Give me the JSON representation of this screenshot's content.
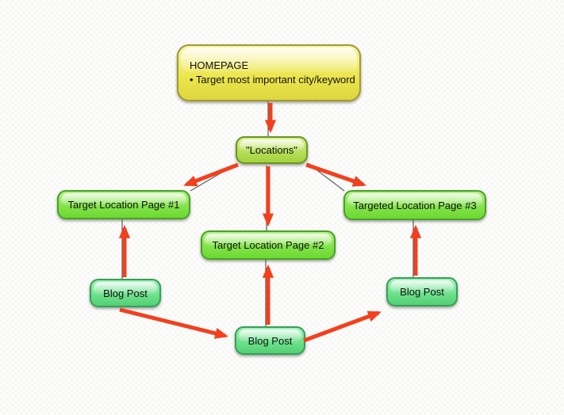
{
  "diagram": {
    "background": "#fdfdfc",
    "arrow_color": "#f2401e",
    "connector_color": "#4d4d4d",
    "nodes": {
      "homepage": {
        "title": "HOMEPAGE",
        "bullet": "• Target most important city/keyword"
      },
      "locations": {
        "label": "\"Locations\""
      },
      "page1": {
        "label": "Target Location Page #1"
      },
      "page2": {
        "label": "Target Location Page #2"
      },
      "page3": {
        "label": "Targeted Location Page #3"
      },
      "blog_left": {
        "label": "Blog Post"
      },
      "blog_bottom": {
        "label": "Blog Post"
      },
      "blog_right": {
        "label": "Blog Post"
      }
    },
    "edges": [
      {
        "from": "homepage",
        "to": "locations"
      },
      {
        "from": "locations",
        "to": "page1"
      },
      {
        "from": "locations",
        "to": "page2"
      },
      {
        "from": "locations",
        "to": "page3"
      },
      {
        "from": "blog_left",
        "to": "page1"
      },
      {
        "from": "blog_left",
        "to": "blog_bottom"
      },
      {
        "from": "blog_bottom",
        "to": "page2"
      },
      {
        "from": "blog_bottom",
        "to": "blog_right"
      },
      {
        "from": "blog_right",
        "to": "page3"
      }
    ],
    "colors": {
      "homepage_fill_top": "#f9f6a8",
      "homepage_fill_bottom": "#ddd63f",
      "homepage_border": "#a09a33",
      "locations_fill_top": "#d9f095",
      "locations_fill_bottom": "#a3d23c",
      "locations_border": "#6d9523",
      "page_fill_top": "#b4f285",
      "page_fill_bottom": "#6cd930",
      "page_border": "#49a226",
      "blog_fill_top": "#a5f1bd",
      "blog_fill_bottom": "#53cf74",
      "blog_border": "#34a155"
    }
  }
}
